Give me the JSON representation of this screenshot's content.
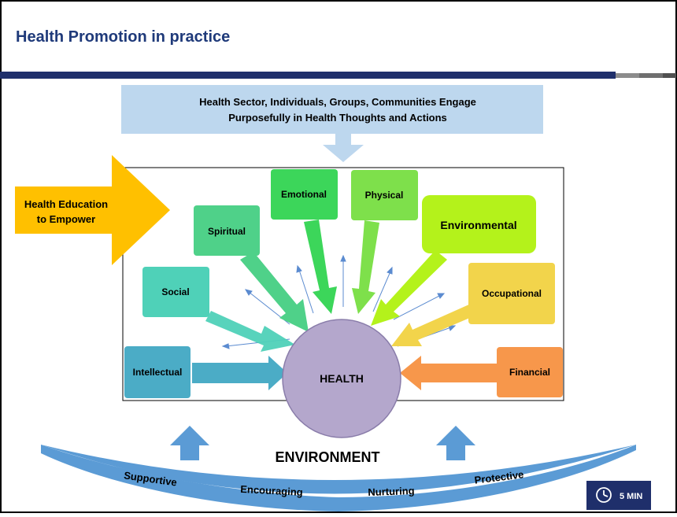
{
  "slide": {
    "title": "Health Promotion in practice"
  },
  "banner": {
    "line1": "Health Sector, Individuals, Groups, Communities Engage",
    "line2": "Purposefully in Health Thoughts and Actions"
  },
  "education_arrow": {
    "line1": "Health Education",
    "line2": "to Empower"
  },
  "center": {
    "label": "HEALTH"
  },
  "dimensions": {
    "intellectual": "Intellectual",
    "social": "Social",
    "spiritual": "Spiritual",
    "emotional": "Emotional",
    "physical": "Physical",
    "environmental": "Environmental",
    "occupational": "Occupational",
    "financial": "Financial"
  },
  "environment": {
    "label": "ENVIRONMENT",
    "qualities": [
      "Supportive",
      "Encouraging",
      "Nurturing",
      "Protective"
    ]
  },
  "timer": {
    "label": "5 MIN",
    "icon": "clock-icon"
  },
  "colors": {
    "title": "#1F3A7A",
    "rule": "#1F2F6B",
    "banner": "#BDD7EE",
    "education_arrow": "#FFC000",
    "health_circle": "#B4A7CC",
    "environment_band": "#5B9BD5",
    "intellectual": "#4BACC6",
    "social": "#4FD1B8",
    "spiritual": "#4FD189",
    "emotional": "#3CD65A",
    "physical": "#7EE04B",
    "environmental": "#B4F21B",
    "occupational": "#F2D44B",
    "financial": "#F7974B"
  }
}
